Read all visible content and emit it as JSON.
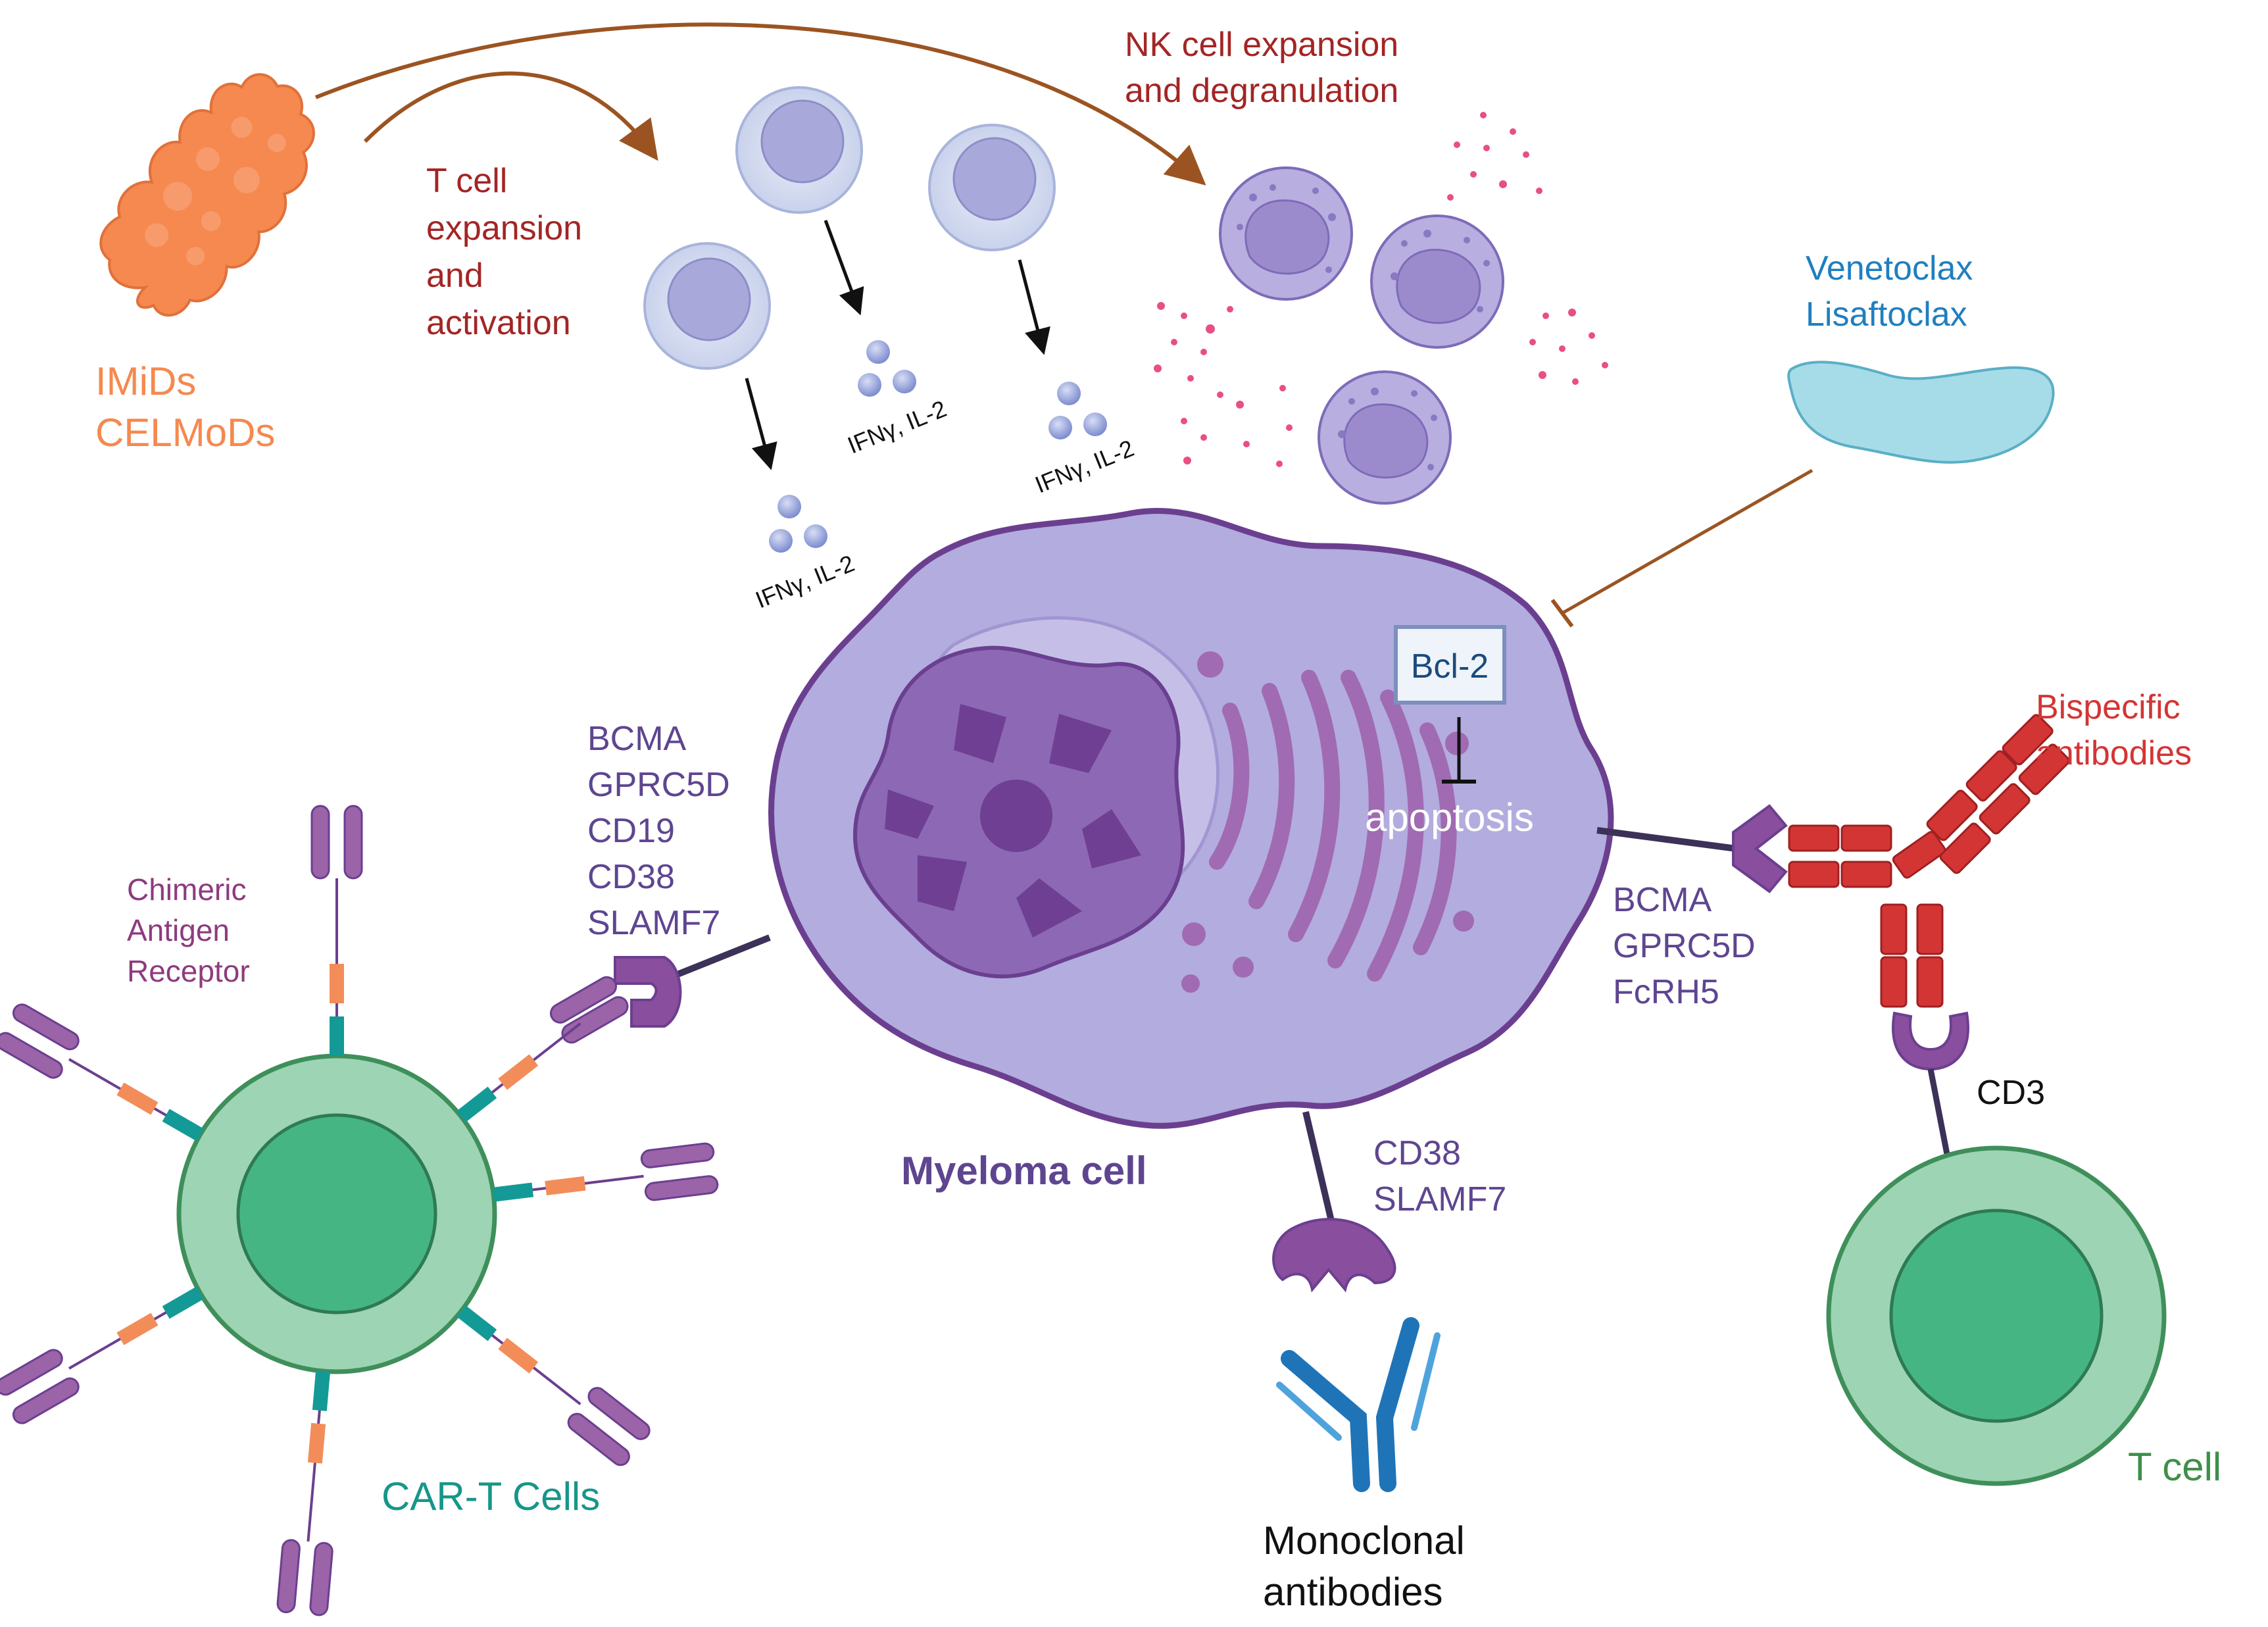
{
  "labels": {
    "imids_line1": "IMiDs",
    "imids_line2": "CELMoDs",
    "tcell_exp_line1": "T cell",
    "tcell_exp_line2": "expansion",
    "tcell_exp_line3": "and",
    "tcell_exp_line4": "activation",
    "nk_line1": "NK cell expansion",
    "nk_line2": "and degranulation",
    "cytokine_label": "IFNγ, IL-2",
    "veneto_line1": "Venetoclax",
    "veneto_line2": "Lisaftoclax",
    "bcl2": "Bcl-2",
    "apoptosis": "apoptosis",
    "left_targets": [
      "BCMA",
      "GPRC5D",
      "CD19",
      "CD38",
      "SLAMF7"
    ],
    "car_line1": "Chimeric",
    "car_line2": "Antigen",
    "car_line3": "Receptor",
    "cart_cells": "CAR-T Cells",
    "myeloma_cell": "Myeloma cell",
    "mab_targets": [
      "CD38",
      "SLAMF7"
    ],
    "mab_line1": "Monoclonal",
    "mab_line2": "antibodies",
    "right_targets": [
      "BCMA",
      "GPRC5D",
      "FcRH5"
    ],
    "bispecific_line1": "Bispecific",
    "bispecific_line2": "antibodies",
    "cd3": "CD3",
    "tcell": "T cell"
  },
  "colors": {
    "imids": "#F5894F",
    "dark_red": "#A32525",
    "venetoclax": "#1F7FBF",
    "myeloma_fill": "#B3ACDF",
    "myeloma_stroke": "#6B3F8F",
    "receptor_purple": "#8A4E9E",
    "target_text": "#5E4590",
    "car_text": "#8E3A80",
    "cart_text": "#17968A",
    "tcell_text": "#3F8F4A",
    "bispecific_red": "#D33535",
    "mab_blue": "#1F74B8",
    "cell_green": "#9CD4B4",
    "nucleus_green": "#46B584",
    "pink_dots": "#E84F86",
    "arrow_brown": "#9B5421"
  }
}
